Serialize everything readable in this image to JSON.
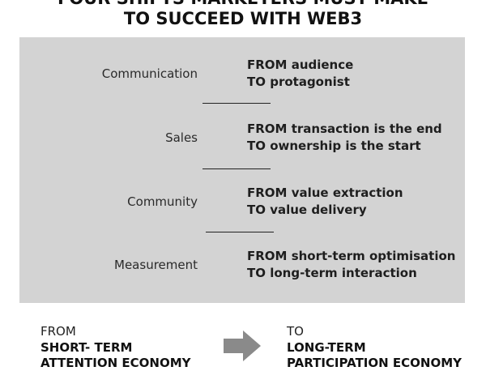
{
  "title": {
    "line1": "FOUR SHIFTS MARKETERS MUST MAKE",
    "line2": "TO SUCCEED WITH  WEB3"
  },
  "shifts": [
    {
      "category": "Communication",
      "from": "FROM audience",
      "to": " TO protagonist"
    },
    {
      "category": "Sales",
      "from": "FROM transaction is the end",
      "to": "TO ownership is the start"
    },
    {
      "category": "Community",
      "from": "FROM value extraction",
      "to": "TO value delivery"
    },
    {
      "category": "Measurement",
      "from": "FROM short-term optimisation",
      "to": "TO long-term interaction"
    }
  ],
  "footer": {
    "from_label": "FROM",
    "from_line1": "SHORT- TERM",
    "from_line2": "ATTENTION ECONOMY",
    "to_label": "TO",
    "to_line1": "LONG-TERM",
    "to_line2": "PARTICIPATION ECONOMY",
    "arrow_icon": "right-arrow-icon"
  },
  "colors": {
    "panel_background": "#d3d3d3",
    "arrow": "#8a8a8a"
  }
}
